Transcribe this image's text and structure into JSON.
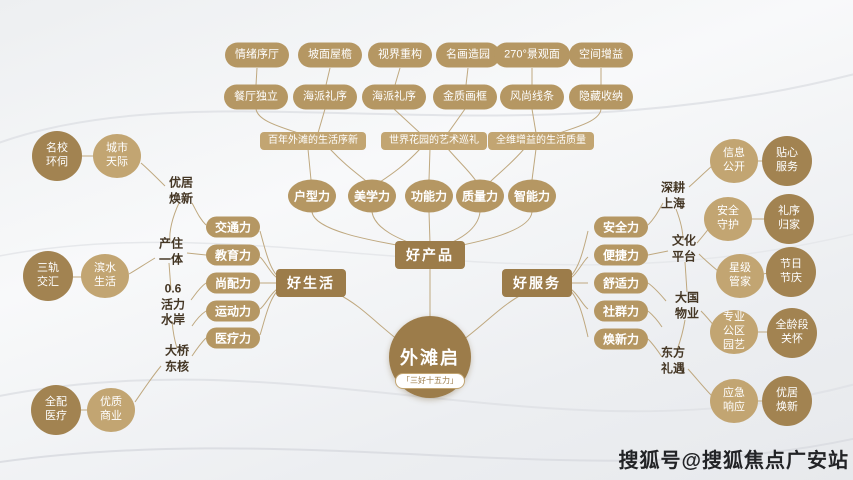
{
  "watermark": "搜狐号@搜狐焦点广安站",
  "center": {
    "title": "外滩启",
    "subtitle": "「三好十五力」"
  },
  "branches": {
    "product": "好产品",
    "life": "好生活",
    "service": "好服务"
  },
  "product": {
    "row1": [
      "情绪序厅",
      "坡面屋檐",
      "视界重构",
      "名画造园",
      "270°景观面",
      "空间增益"
    ],
    "row2": [
      "餐厅独立",
      "海派礼序",
      "海派礼序",
      "金质画框",
      "风尚线条",
      "隐藏收纳"
    ],
    "banners": [
      "百年外滩的生活序新",
      "世界花园的艺术巡礼",
      "全维增益的生活质量"
    ],
    "powers": [
      "户型力",
      "美学力",
      "功能力",
      "质量力",
      "智能力"
    ]
  },
  "life": {
    "powers": [
      "交通力",
      "教育力",
      "尚配力",
      "运动力",
      "医疗力"
    ],
    "nodes": [
      "优居\n焕新",
      "产住\n一体",
      "0.6\n活力\n水岸",
      "大桥\n东核"
    ],
    "ovals": [
      "城市\n天际",
      "滨水\n生活",
      "优质\n商业"
    ],
    "circles": [
      "名校\n环伺",
      "三轨\n交汇",
      "全配\n医疗"
    ]
  },
  "service": {
    "powers": [
      "安全力",
      "便捷力",
      "舒适力",
      "社群力",
      "焕新力"
    ],
    "nodes": [
      "深耕\n上海",
      "文化\n平台",
      "大国\n物业",
      "东方\n礼遇"
    ],
    "ovals": [
      "信息\n公开",
      "安全\n守护",
      "星级\n管家",
      "专业\n公区\n园艺",
      "应急\n响应"
    ],
    "circles": [
      "贴心\n服务",
      "礼序\n归家",
      "节日\n节庆",
      "全龄段\n关怀",
      "优居\n焕新"
    ]
  },
  "colors": {
    "dark_tan": "#9c7c4a",
    "tan": "#b59763",
    "light_tan": "#c2a572",
    "line": "#bfa87f",
    "text_node": "#443624"
  }
}
